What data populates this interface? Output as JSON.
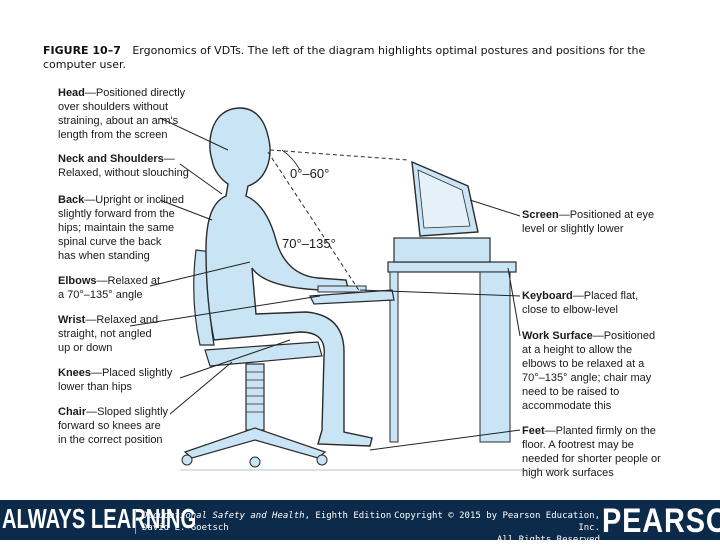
{
  "caption": {
    "figure_label": "FIGURE 10–7",
    "text": "Ergonomics of VDTs. The left of the diagram highlights optimal postures and positions for the computer user."
  },
  "diagram": {
    "angles": {
      "monitor": "0°–60°",
      "elbow": "70°–135°"
    },
    "callouts": {
      "head": {
        "title": "Head",
        "lines": [
          "Positioned directly",
          "over shoulders without",
          "straining, about an arm's",
          "length from the screen"
        ]
      },
      "neck": {
        "title": "Neck and Shoulders",
        "lines": [
          "Relaxed, without slouching"
        ]
      },
      "back": {
        "title": "Back",
        "lines": [
          "Upright or inclined",
          "slightly forward from the",
          "hips; maintain the same",
          "spinal curve the back",
          "has when standing"
        ]
      },
      "elbows": {
        "title": "Elbows",
        "lines": [
          "Relaxed at",
          "a 70°–135° angle"
        ]
      },
      "wrist": {
        "title": "Wrist",
        "lines": [
          "Relaxed and",
          "straight, not angled",
          "up or down"
        ]
      },
      "knees": {
        "title": "Knees",
        "lines": [
          "Placed slightly",
          "lower than hips"
        ]
      },
      "chair": {
        "title": "Chair",
        "lines": [
          "Sloped slightly",
          "forward so knees are",
          "in the correct position"
        ]
      },
      "screen": {
        "title": "Screen",
        "lines": [
          "Positioned at eye",
          "level or slightly lower"
        ]
      },
      "keyboard": {
        "title": "Keyboard",
        "lines": [
          "Placed flat,",
          "close to elbow-level"
        ]
      },
      "surface": {
        "title": "Work Surface",
        "lines": [
          "Positioned",
          "at a height to allow the",
          "elbows to be relaxed at a",
          "70°–135° angle; chair may",
          "need to be raised to",
          "accommodate this"
        ]
      },
      "feet": {
        "title": "Feet",
        "lines": [
          "Planted firmly on the",
          "floor. A footrest may be",
          "needed for shorter people or",
          "high work surfaces"
        ]
      }
    },
    "colors": {
      "figure_fill": "#c9e4f4",
      "outline": "#2b2b2b",
      "leader": "#222222"
    }
  },
  "footer": {
    "slogan": "ALWAYS LEARNING",
    "book_title": "Occupational Safety and Health",
    "book_edition": ", Eighth Edition",
    "author": "David L. Goetsch",
    "copyright": "Copyright © 2015 by Pearson Education, Inc.",
    "rights": "All Rights Reserved",
    "brand": "PEARSON",
    "background": "#0c2a4a"
  }
}
